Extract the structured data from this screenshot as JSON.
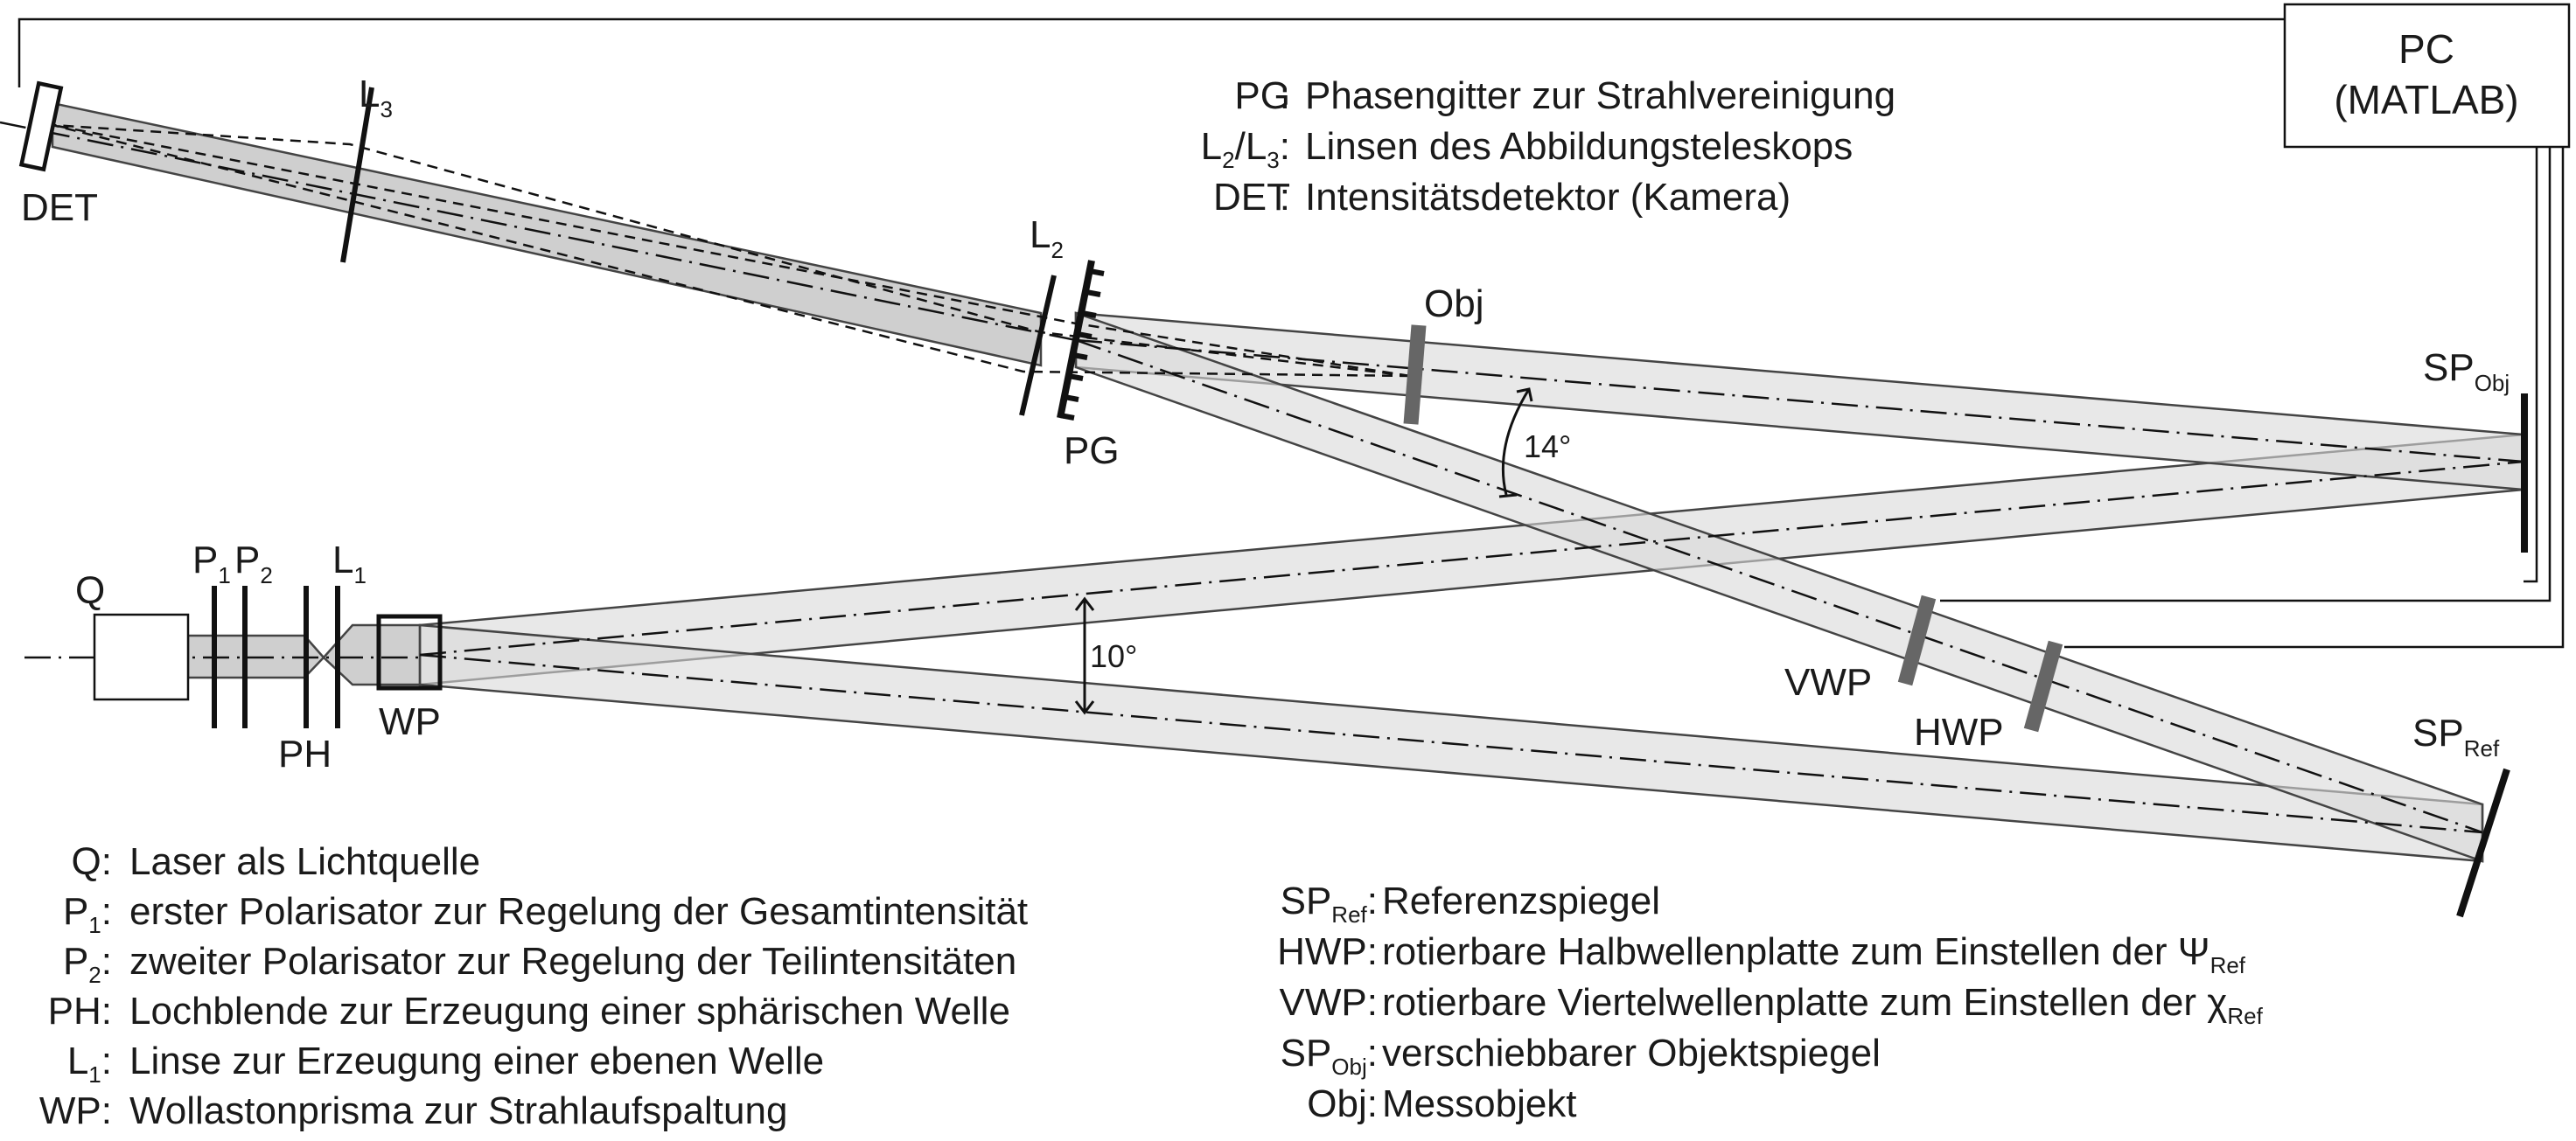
{
  "components": {
    "DET": "DET",
    "L3": {
      "base": "L",
      "sub": "3"
    },
    "L2": {
      "base": "L",
      "sub": "2"
    },
    "PG": "PG",
    "Obj": "Obj",
    "SP_Obj": {
      "base": "SP",
      "sub": "Obj"
    },
    "SP_Ref": {
      "base": "SP",
      "sub": "Ref"
    },
    "Q": "Q",
    "P1": {
      "base": "P",
      "sub": "1"
    },
    "P2": {
      "base": "P",
      "sub": "2"
    },
    "L1": {
      "base": "L",
      "sub": "1"
    },
    "PH": "PH",
    "WP": "WP",
    "VWP": "VWP",
    "HWP": "HWP",
    "PC": {
      "line1": "PC",
      "line2": "(MATLAB)"
    }
  },
  "angles": {
    "object_beam": "14°",
    "split": "10°"
  },
  "legend_top": [
    {
      "term": "PG",
      "desc": "Phasengitter zur Strahlvereinigung"
    },
    {
      "term": "L",
      "term_sub": "2",
      "term_mid": "/L",
      "term_sub2": "3",
      "desc": "Linsen des Abbildungsteleskops"
    },
    {
      "term": "DET",
      "desc": "Intensitätsdetektor (Kamera)"
    }
  ],
  "legend_left": [
    {
      "term": "Q",
      "desc": "Laser als Lichtquelle"
    },
    {
      "term": "P",
      "term_sub": "1",
      "desc": "erster Polarisator zur Regelung der Gesamtintensität"
    },
    {
      "term": "P",
      "term_sub": "2",
      "desc": "zweiter Polarisator zur Regelung der Teilintensitäten"
    },
    {
      "term": "PH",
      "desc": "Lochblende zur Erzeugung einer sphärischen Welle"
    },
    {
      "term": "L",
      "term_sub": "1",
      "desc": "Linse zur Erzeugung einer ebenen Welle"
    },
    {
      "term": "WP",
      "desc": "Wollastonprisma zur Strahlaufspaltung"
    }
  ],
  "legend_right": [
    {
      "term": "SP",
      "term_sub": "Ref",
      "desc": "Referenzspiegel"
    },
    {
      "term": "HWP",
      "desc": "rotierbare Halbwellenplatte zum Einstellen der Ψ",
      "desc_sub": "Ref"
    },
    {
      "term": "VWP",
      "desc": "rotierbare Viertelwellenplatte zum Einstellen der χ",
      "desc_sub": "Ref"
    },
    {
      "term": "SP",
      "term_sub": "Obj",
      "desc": "verschiebbarer Objektspiegel"
    },
    {
      "term": "Obj",
      "desc": "Messobjekt"
    }
  ]
}
